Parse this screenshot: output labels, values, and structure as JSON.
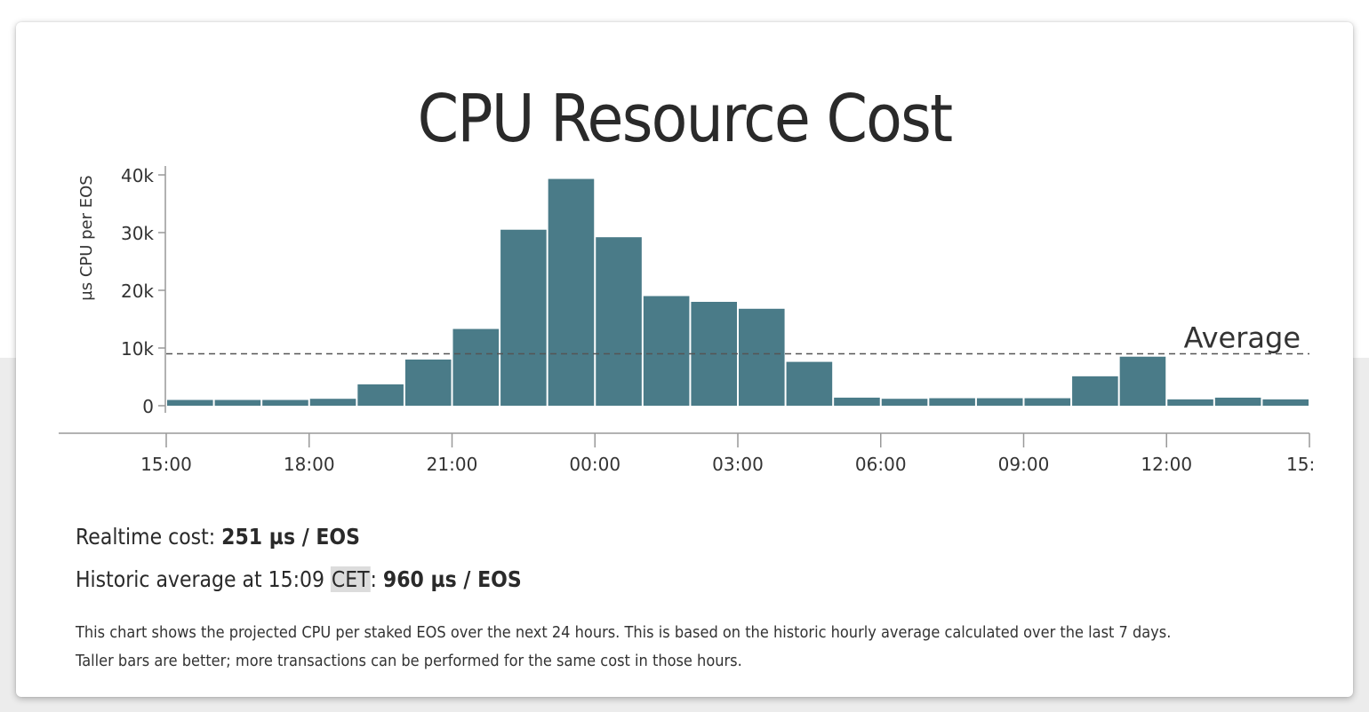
{
  "title": "CPU Resource Cost",
  "chart_data": {
    "type": "bar",
    "title": "CPU Resource Cost",
    "ylabel": "µs CPU per EOS",
    "xlabel": "",
    "ylim": [
      0,
      40000
    ],
    "yticks": [
      {
        "value": 0,
        "label": "0"
      },
      {
        "value": 10000,
        "label": "10k"
      },
      {
        "value": 20000,
        "label": "20k"
      },
      {
        "value": 30000,
        "label": "30k"
      },
      {
        "value": 40000,
        "label": "40k"
      }
    ],
    "xticks": [
      "15:00",
      "18:00",
      "21:00",
      "00:00",
      "03:00",
      "06:00",
      "09:00",
      "12:00",
      "15:"
    ],
    "categories": [
      "15:00",
      "16:00",
      "17:00",
      "18:00",
      "19:00",
      "20:00",
      "21:00",
      "22:00",
      "23:00",
      "00:00",
      "01:00",
      "02:00",
      "03:00",
      "04:00",
      "05:00",
      "06:00",
      "07:00",
      "08:00",
      "09:00",
      "10:00",
      "11:00",
      "12:00",
      "13:00",
      "14:00"
    ],
    "values": [
      1000,
      1000,
      1000,
      1200,
      3700,
      8000,
      13300,
      30500,
      39300,
      29200,
      19000,
      18000,
      16800,
      7600,
      1400,
      1200,
      1300,
      1300,
      1300,
      5100,
      8500,
      1100,
      1400,
      1100
    ],
    "average": {
      "value": 9000,
      "label": "Average"
    },
    "bar_color": "#4a7b88",
    "grid": false
  },
  "info": {
    "realtime_label": "Realtime cost: ",
    "realtime_value": "251 µs / EOS",
    "historic_label": "Historic average at 15:09 ",
    "historic_tz": "CET",
    "historic_sep": ": ",
    "historic_value": "960 µs / EOS"
  },
  "description": {
    "line1": "This chart shows the projected CPU per staked EOS over the next 24 hours. This is based on the historic hourly average calculated over the last 7 days.",
    "line2": "Taller bars are better; more transactions can be performed for the same cost in those hours."
  }
}
